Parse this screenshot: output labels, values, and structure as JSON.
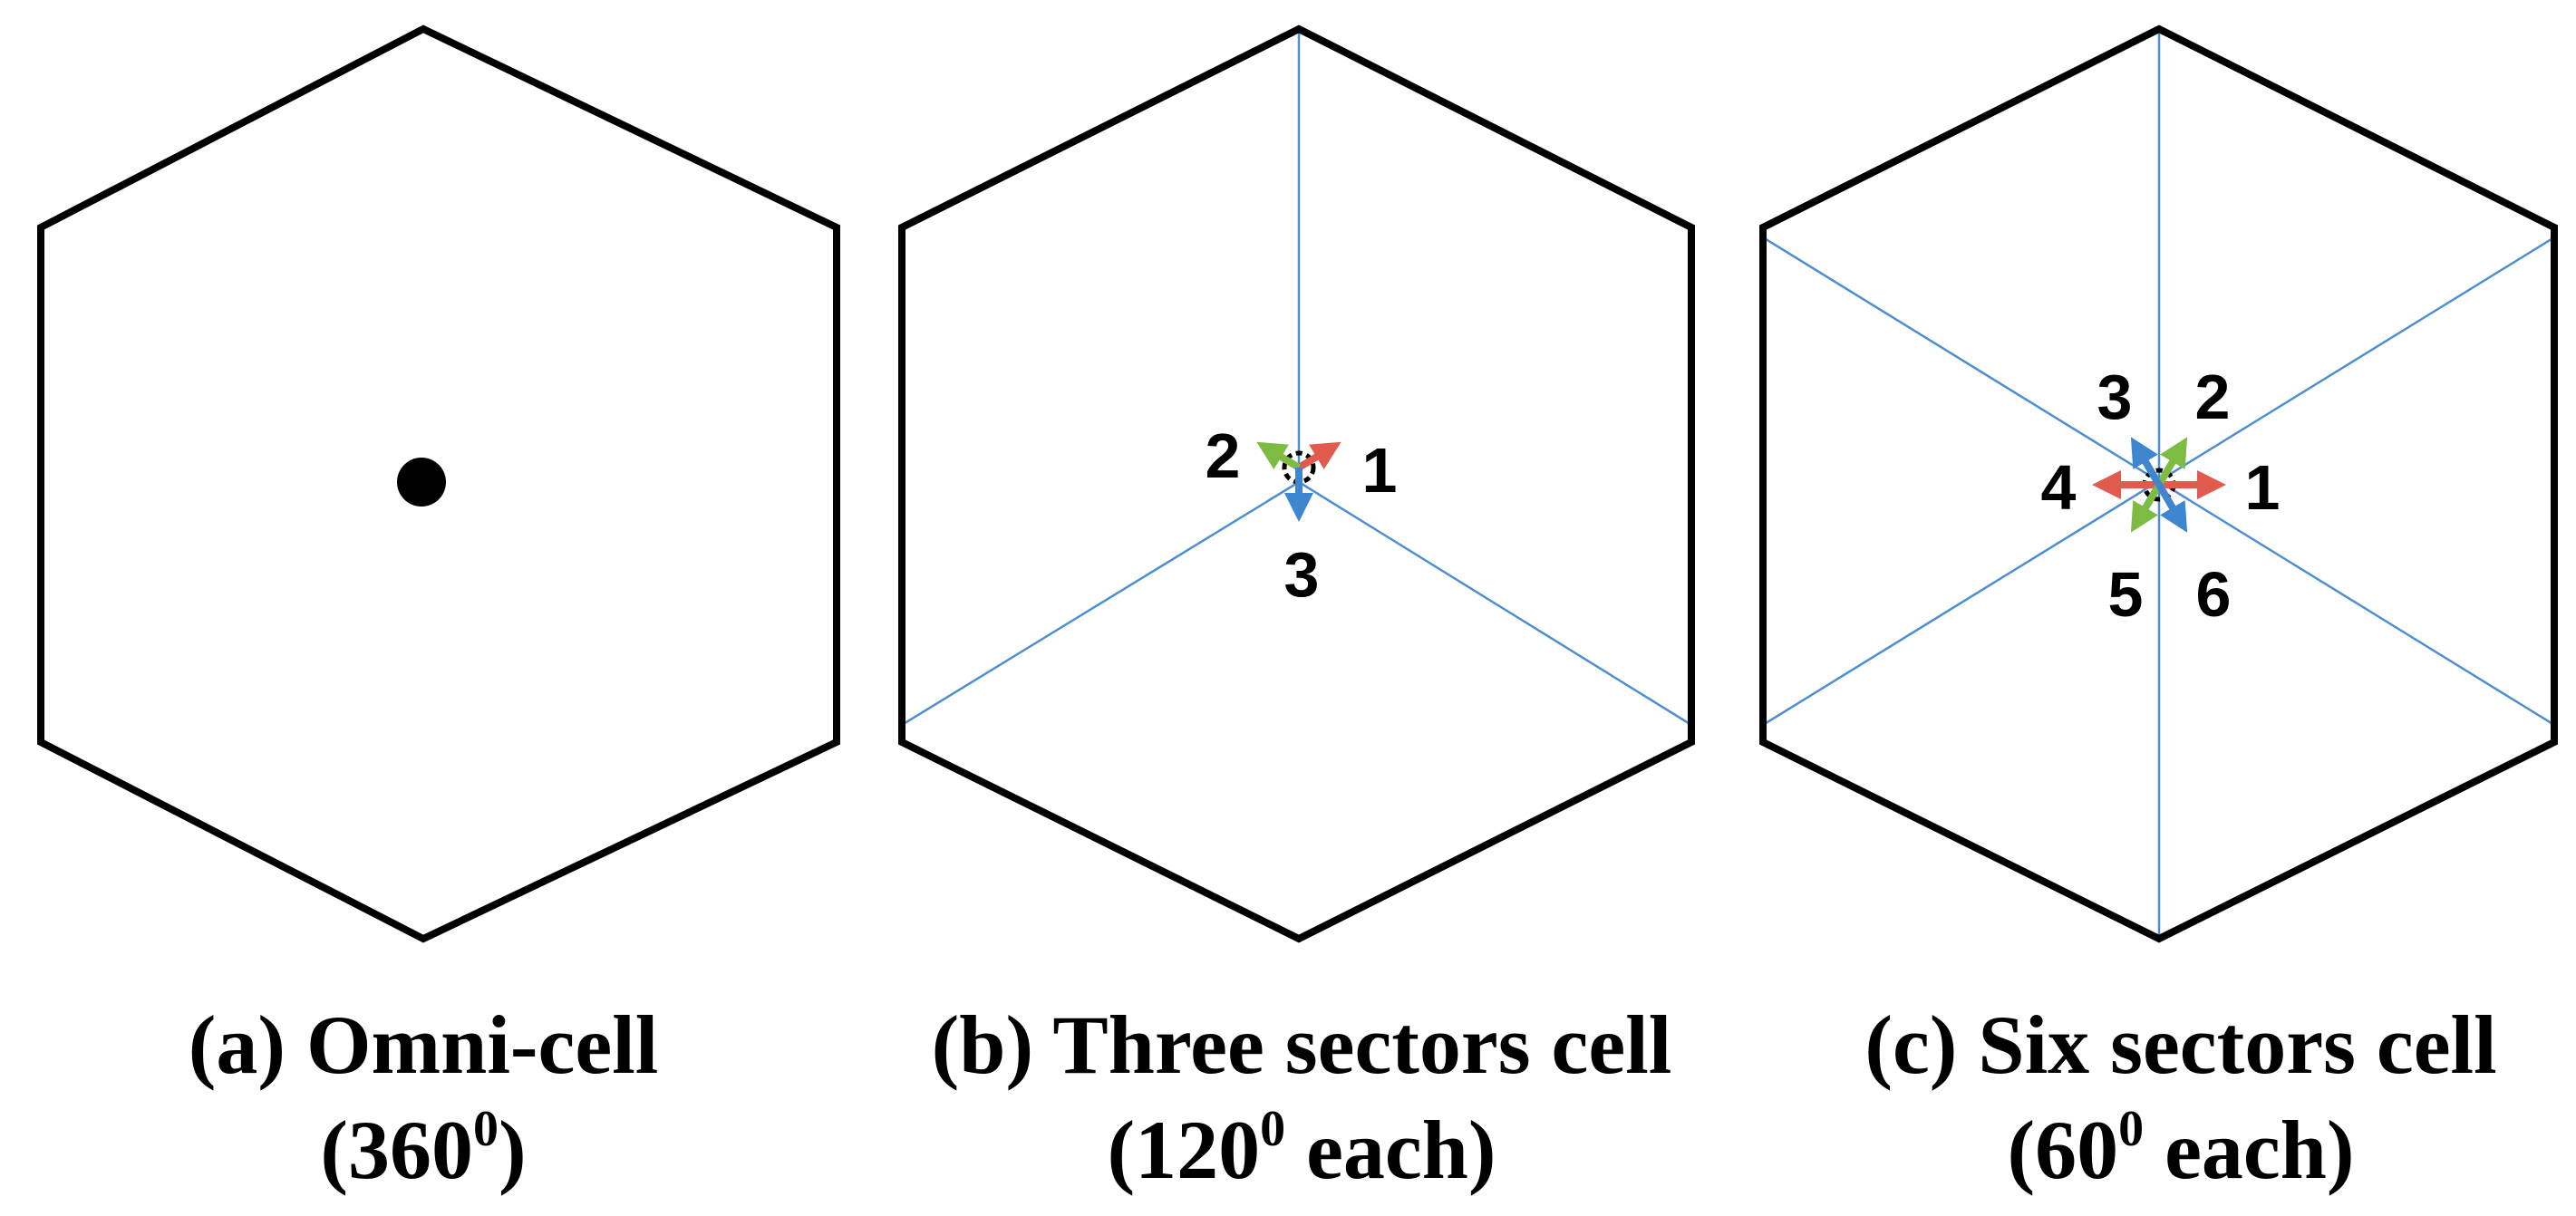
{
  "colors": {
    "outline": "#000000",
    "divider": "#4f8fd0",
    "arrow_red": "#e05a4e",
    "arrow_green": "#7dbb42",
    "arrow_blue": "#3e86cf"
  },
  "panels": [
    {
      "caption_line1": "(a) Omni-cell",
      "caption_line2_prefix": "(360",
      "caption_line2_sup": "0",
      "caption_line2_suffix": ")"
    },
    {
      "caption_line1": "(b) Three sectors cell",
      "caption_line2_prefix": "(120",
      "caption_line2_sup": "0",
      "caption_line2_suffix": " each)",
      "sector_labels": [
        "1",
        "2",
        "3"
      ]
    },
    {
      "caption_line1": "(c) Six sectors cell",
      "caption_line2_prefix": "(60",
      "caption_line2_sup": "0",
      "caption_line2_suffix": " each)",
      "sector_labels": [
        "1",
        "2",
        "3",
        "4",
        "5",
        "6"
      ]
    }
  ]
}
